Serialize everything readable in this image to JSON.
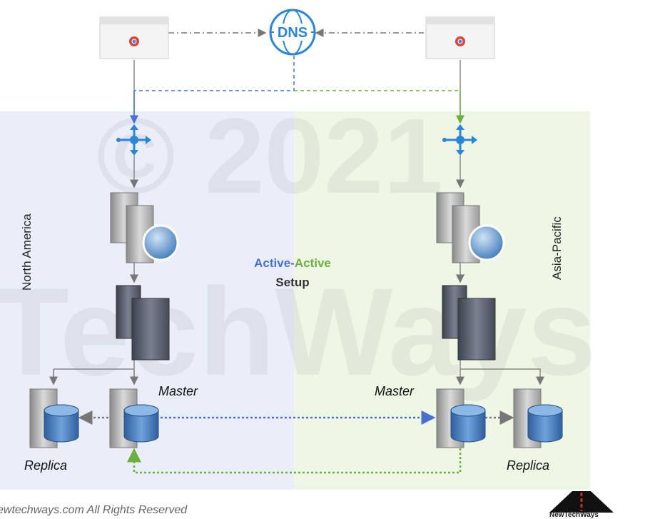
{
  "diagram": {
    "dns_label": "DNS",
    "setup_title": {
      "part1": "Active",
      "dash": "-",
      "part2": "Active",
      "line2": "Setup"
    },
    "regions": {
      "left": "North America",
      "right": "Asia-Pacific"
    },
    "roles": {
      "master_left": "Master",
      "master_right": "Master",
      "replica_left": "Replica",
      "replica_right": "Replica"
    },
    "watermark": "© 2021",
    "watermark2": "TechWays",
    "footer": "ewtechways.com All Rights Reserved",
    "logo_text": "NewTechWays"
  },
  "colors": {
    "blue": "#4a6fd0",
    "green": "#6cae3f",
    "left_bg": "#e9eef8",
    "right_bg": "#eef7e6",
    "router": "#2a85d6"
  },
  "icons": [
    "browser-icon",
    "dns-globe-icon",
    "router-icon",
    "web-server-icon",
    "app-server-icon",
    "database-server-icon"
  ]
}
